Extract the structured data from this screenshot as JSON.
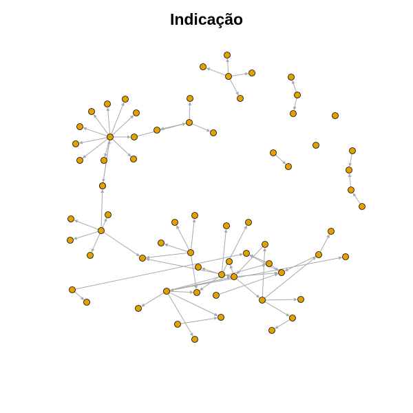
{
  "title": "Indicação",
  "style": {
    "node_fill": "#E69F00",
    "node_stroke": "#000000",
    "edge_color": "#a8a8a8"
  },
  "graph": {
    "type": "directed-network",
    "nodes": [
      {
        "id": "n1"
      },
      {
        "id": "n2"
      },
      {
        "id": "n3"
      },
      {
        "id": "n4"
      },
      {
        "id": "n5"
      },
      {
        "id": "n6"
      },
      {
        "id": "n7"
      },
      {
        "id": "n8"
      },
      {
        "id": "n9"
      },
      {
        "id": "n10"
      },
      {
        "id": "n11"
      },
      {
        "id": "n12"
      },
      {
        "id": "n13"
      },
      {
        "id": "n14"
      },
      {
        "id": "n15"
      },
      {
        "id": "n16"
      },
      {
        "id": "n17"
      },
      {
        "id": "n18"
      },
      {
        "id": "n19"
      },
      {
        "id": "n20"
      },
      {
        "id": "n21"
      },
      {
        "id": "n22"
      },
      {
        "id": "n23"
      },
      {
        "id": "n24"
      },
      {
        "id": "n25"
      },
      {
        "id": "n26"
      },
      {
        "id": "n27"
      },
      {
        "id": "n28"
      },
      {
        "id": "n29"
      },
      {
        "id": "n30"
      },
      {
        "id": "n31"
      },
      {
        "id": "n32"
      },
      {
        "id": "n33"
      },
      {
        "id": "n34"
      },
      {
        "id": "n35"
      },
      {
        "id": "n36"
      },
      {
        "id": "n37"
      },
      {
        "id": "n38"
      },
      {
        "id": "n39"
      },
      {
        "id": "n40"
      },
      {
        "id": "n41"
      },
      {
        "id": "n42"
      },
      {
        "id": "n43"
      },
      {
        "id": "n44"
      },
      {
        "id": "n45"
      },
      {
        "id": "n46"
      },
      {
        "id": "n47"
      },
      {
        "id": "n48"
      },
      {
        "id": "n49"
      },
      {
        "id": "n50"
      },
      {
        "id": "n51"
      },
      {
        "id": "n52"
      },
      {
        "id": "n53"
      },
      {
        "id": "n54"
      },
      {
        "id": "n55"
      },
      {
        "id": "n56"
      },
      {
        "id": "n57"
      },
      {
        "id": "n58"
      },
      {
        "id": "n59"
      },
      {
        "id": "n60"
      },
      {
        "id": "n61"
      },
      {
        "id": "n62"
      },
      {
        "id": "n63"
      },
      {
        "id": "n64"
      },
      {
        "id": "n65"
      },
      {
        "id": "n66"
      },
      {
        "id": "n67"
      },
      {
        "id": "n68"
      },
      {
        "id": "n69"
      }
    ],
    "edges": [
      {
        "from": "n5",
        "to": "n1"
      },
      {
        "from": "n5",
        "to": "n2"
      },
      {
        "from": "n5",
        "to": "n3"
      },
      {
        "from": "n5",
        "to": "n4"
      },
      {
        "from": "n7",
        "to": "n6"
      },
      {
        "from": "n7",
        "to": "n8"
      },
      {
        "from": "n11",
        "to": "n12"
      },
      {
        "from": "n13",
        "to": "n14"
      },
      {
        "from": "n15",
        "to": "n14"
      },
      {
        "from": "n16",
        "to": "n15"
      },
      {
        "from": "n19",
        "to": "n17"
      },
      {
        "from": "n19",
        "to": "n18"
      },
      {
        "from": "n19",
        "to": "n20"
      },
      {
        "from": "n21",
        "to": "n19"
      },
      {
        "from": "n26",
        "to": "n21"
      },
      {
        "from": "n26",
        "to": "n22"
      },
      {
        "from": "n26",
        "to": "n23"
      },
      {
        "from": "n26",
        "to": "n24"
      },
      {
        "from": "n26",
        "to": "n25"
      },
      {
        "from": "n26",
        "to": "n27"
      },
      {
        "from": "n26",
        "to": "n28"
      },
      {
        "from": "n26",
        "to": "n29"
      },
      {
        "from": "n26",
        "to": "n30"
      },
      {
        "from": "n26",
        "to": "n31"
      },
      {
        "from": "n26",
        "to": "n32"
      },
      {
        "from": "n33",
        "to": "n26"
      },
      {
        "from": "n34",
        "to": "n33"
      },
      {
        "from": "n34",
        "to": "n35"
      },
      {
        "from": "n34",
        "to": "n36"
      },
      {
        "from": "n34",
        "to": "n37"
      },
      {
        "from": "n34",
        "to": "n38"
      },
      {
        "from": "n34",
        "to": "n47"
      },
      {
        "from": "n46",
        "to": "n39"
      },
      {
        "from": "n46",
        "to": "n40"
      },
      {
        "from": "n46",
        "to": "n43"
      },
      {
        "from": "n46",
        "to": "n47"
      },
      {
        "from": "n46",
        "to": "n58"
      },
      {
        "from": "n55",
        "to": "n41"
      },
      {
        "from": "n55",
        "to": "n42"
      },
      {
        "from": "n55",
        "to": "n49"
      },
      {
        "from": "n55",
        "to": "n58"
      },
      {
        "from": "n44",
        "to": "n45"
      },
      {
        "from": "n44",
        "to": "n53"
      },
      {
        "from": "n54",
        "to": "n50"
      },
      {
        "from": "n54",
        "to": "n60"
      },
      {
        "from": "n54",
        "to": "n52"
      },
      {
        "from": "n54",
        "to": "n57"
      },
      {
        "from": "n54",
        "to": "n47"
      },
      {
        "from": "n55",
        "to": "n54"
      },
      {
        "from": "n48",
        "to": "n54"
      },
      {
        "from": "n56",
        "to": "n52"
      },
      {
        "from": "n56",
        "to": "n62"
      },
      {
        "from": "n57",
        "to": "n54"
      },
      {
        "from": "n57",
        "to": "n66"
      },
      {
        "from": "n57",
        "to": "n67"
      },
      {
        "from": "n57",
        "to": "n64"
      },
      {
        "from": "n57",
        "to": "n58"
      },
      {
        "from": "n57",
        "to": "n63"
      },
      {
        "from": "n57",
        "to": "n51"
      },
      {
        "from": "n60",
        "to": "n61"
      },
      {
        "from": "n60",
        "to": "n48"
      },
      {
        "from": "n60",
        "to": "n68"
      },
      {
        "from": "n60",
        "to": "n56"
      },
      {
        "from": "n65",
        "to": "n67"
      },
      {
        "from": "n68",
        "to": "n69"
      },
      {
        "from": "n51",
        "to": "n53"
      },
      {
        "from": "n51",
        "to": "n52"
      },
      {
        "from": "n59",
        "to": "n52"
      },
      {
        "from": "n52",
        "to": "n53"
      }
    ]
  }
}
